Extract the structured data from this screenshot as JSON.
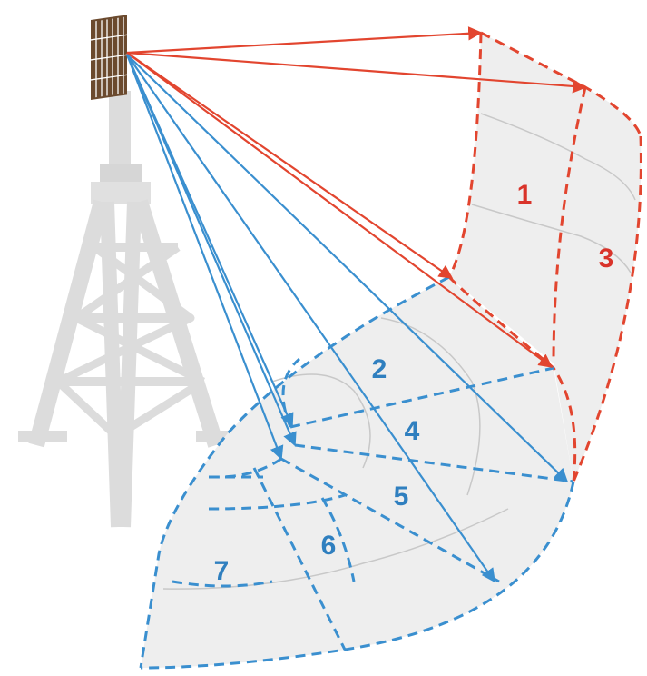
{
  "zones": [
    {
      "id": "1",
      "label": "1",
      "color": "#d9332a"
    },
    {
      "id": "2",
      "label": "2",
      "color": "#2f7fbf"
    },
    {
      "id": "3",
      "label": "3",
      "color": "#d9332a"
    },
    {
      "id": "4",
      "label": "4",
      "color": "#2f7fbf"
    },
    {
      "id": "5",
      "label": "5",
      "color": "#2f7fbf"
    },
    {
      "id": "6",
      "label": "6",
      "color": "#2f7fbf"
    },
    {
      "id": "7",
      "label": "7",
      "color": "#2f7fbf"
    }
  ],
  "colors": {
    "red_beam": "#e2452f",
    "blue_beam": "#3a8fcf",
    "coverage_fill": "#eeeeee",
    "grid_line": "#c8c8c8",
    "tower": "#dcdcdc",
    "antenna": "#6b4a2e"
  },
  "icons": [
    "cell-tower-icon",
    "antenna-panel-icon"
  ]
}
